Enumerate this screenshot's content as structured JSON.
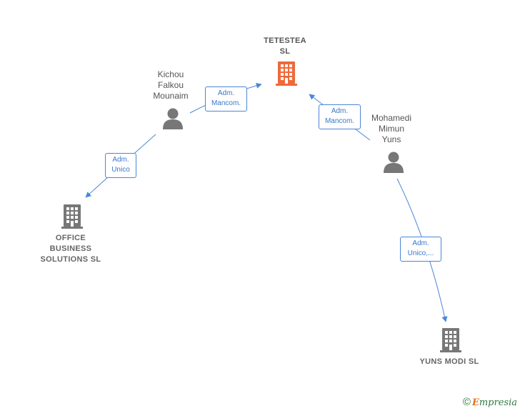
{
  "nodes": {
    "tetestea": {
      "label": "TETESTEA\nSL",
      "icon": "building-icon",
      "color": "#ee6a3b"
    },
    "kichou": {
      "label": "Kichou\nFalkou\nMounaim",
      "icon": "person-icon",
      "color": "#777777"
    },
    "mohamedi": {
      "label": "Mohamedi\nMimun\nYuns",
      "icon": "person-icon",
      "color": "#777777"
    },
    "office": {
      "label": "OFFICE\nBUSINESS\nSOLUTIONS SL",
      "icon": "building-icon",
      "color": "#777777"
    },
    "yuns": {
      "label": "YUNS MODI  SL",
      "icon": "building-icon",
      "color": "#777777"
    }
  },
  "edges": {
    "kichou_tetestea": "Adm.\nMancom.",
    "mohamedi_tetestea": "Adm.\nMancom.",
    "kichou_office": "Adm.\nUnico",
    "mohamedi_yuns": "Adm.\nUnico,..."
  },
  "colors": {
    "edge": "#4a86d8"
  },
  "footer": {
    "copyright": "©",
    "brand_first": "E",
    "brand_rest": "mpresia"
  }
}
